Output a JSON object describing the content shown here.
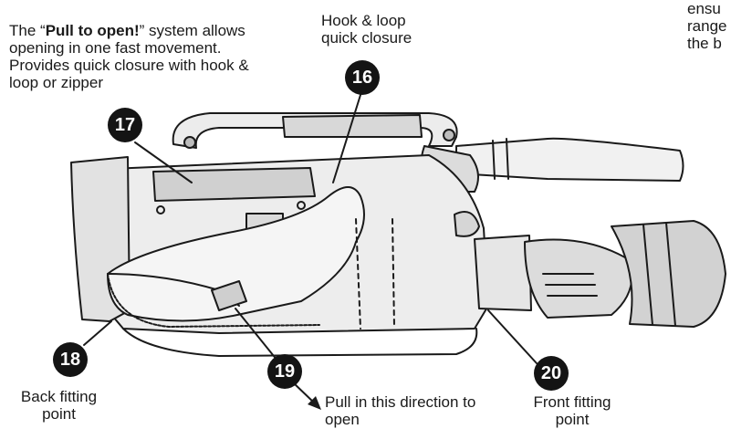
{
  "labels": {
    "pull_to_open_pre": "The “",
    "pull_to_open_bold": "Pull to open!",
    "pull_to_open_post": "”  system allows opening in one fast movement. Provides quick closure with hook & loop or zipper",
    "hook_loop": "Hook & loop quick closure",
    "back_fitting": "Back fitting point",
    "pull_direction": "Pull in this direction to open",
    "front_fitting": "Front fitting point",
    "cut_off_line1": "ensu",
    "cut_off_line2": "range",
    "cut_off_line3": "the b"
  },
  "callouts": {
    "n16": "16",
    "n17": "17",
    "n18": "18",
    "n19": "19",
    "n20": "20"
  },
  "colors": {
    "ink": "#1a1a1a",
    "badge": "#141414",
    "fabric": "#e9e9e9",
    "shade": "#c9c9c9"
  }
}
